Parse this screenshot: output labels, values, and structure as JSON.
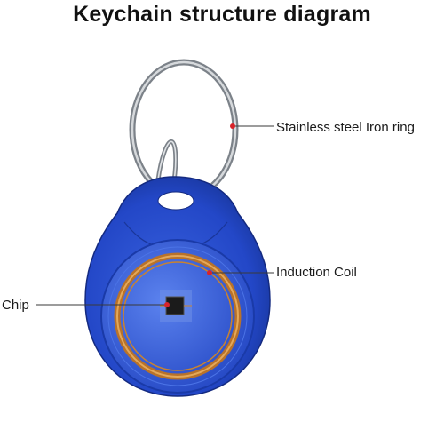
{
  "title": "Keychain structure diagram",
  "labels": {
    "ring": "Stainless steel Iron ring",
    "coil": "Induction Coil",
    "chip": "Chip"
  },
  "colors": {
    "fob_blue": "#1f3fbf",
    "coil_copper": "#c9832f",
    "pointer_red": "#d8232a",
    "ring_steel": "#9aa0a6"
  }
}
